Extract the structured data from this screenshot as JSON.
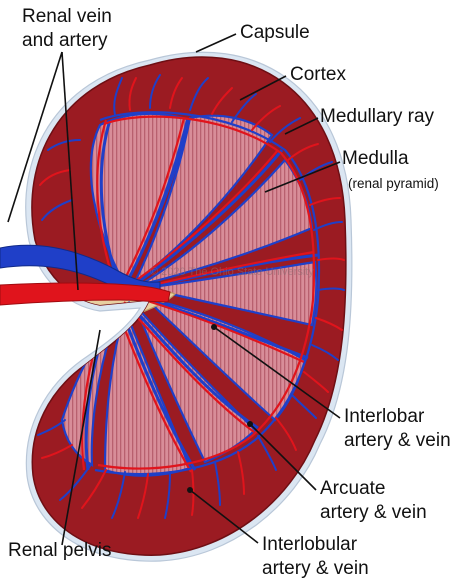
{
  "labels": {
    "renal_vein_artery_1": "Renal vein",
    "renal_vein_artery_2": "and artery",
    "capsule": "Capsule",
    "cortex": "Cortex",
    "medullary_ray": "Medullary ray",
    "medulla": "Medulla",
    "renal_pyramid": "(renal pyramid)",
    "interlobar_1": "Interlobar",
    "interlobar_2": "artery & vein",
    "arcuate_1": "Arcuate",
    "arcuate_2": "artery & vein",
    "renal_pelvis": "Renal pelvis",
    "interlobular_1": "Interlobular",
    "interlobular_2": "artery & vein"
  },
  "watermark": "© 2020 The Ohio State University",
  "colors": {
    "cortex": "#9b1b22",
    "capsule": "#d8e4f0",
    "medulla": "#d9919c",
    "artery": "#e0141c",
    "vein": "#1f3fc8",
    "pelvis": "#e8cfa0"
  }
}
